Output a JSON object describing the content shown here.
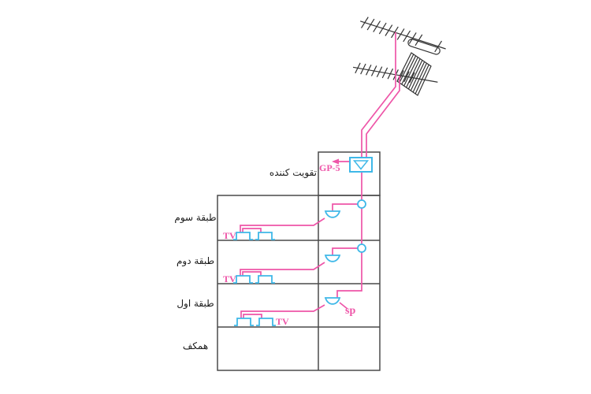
{
  "diagram": {
    "type": "antenna-tv-distribution-riser",
    "amplifier": {
      "label_fa": "تقویت کننده",
      "model": "GP-5"
    },
    "splitter": {
      "abbr": "sp"
    },
    "outlet": {
      "label": "TV"
    },
    "floors": [
      {
        "id": "third",
        "label_fa": "طبقة سوم",
        "outlets": 2,
        "tv_label_side": "left",
        "riser_tap": true
      },
      {
        "id": "second",
        "label_fa": "طبقة دوم",
        "outlets": 2,
        "tv_label_side": "left",
        "riser_tap": true
      },
      {
        "id": "first",
        "label_fa": "طبقة اول",
        "outlets": 2,
        "tv_label_side": "right",
        "riser_tap": false
      },
      {
        "id": "ground",
        "label_fa": "همکف",
        "outlets": 0
      }
    ],
    "antennas": [
      {
        "id": "upper",
        "kind": "yagi-folded-dipole"
      },
      {
        "id": "lower",
        "kind": "yagi-corner-reflector"
      }
    ],
    "colors": {
      "cable": "#ee55a8",
      "device": "#3fb8e8",
      "structure": "#4a4a4a",
      "antenna": "#333333",
      "text": "#1a1a1a"
    }
  }
}
